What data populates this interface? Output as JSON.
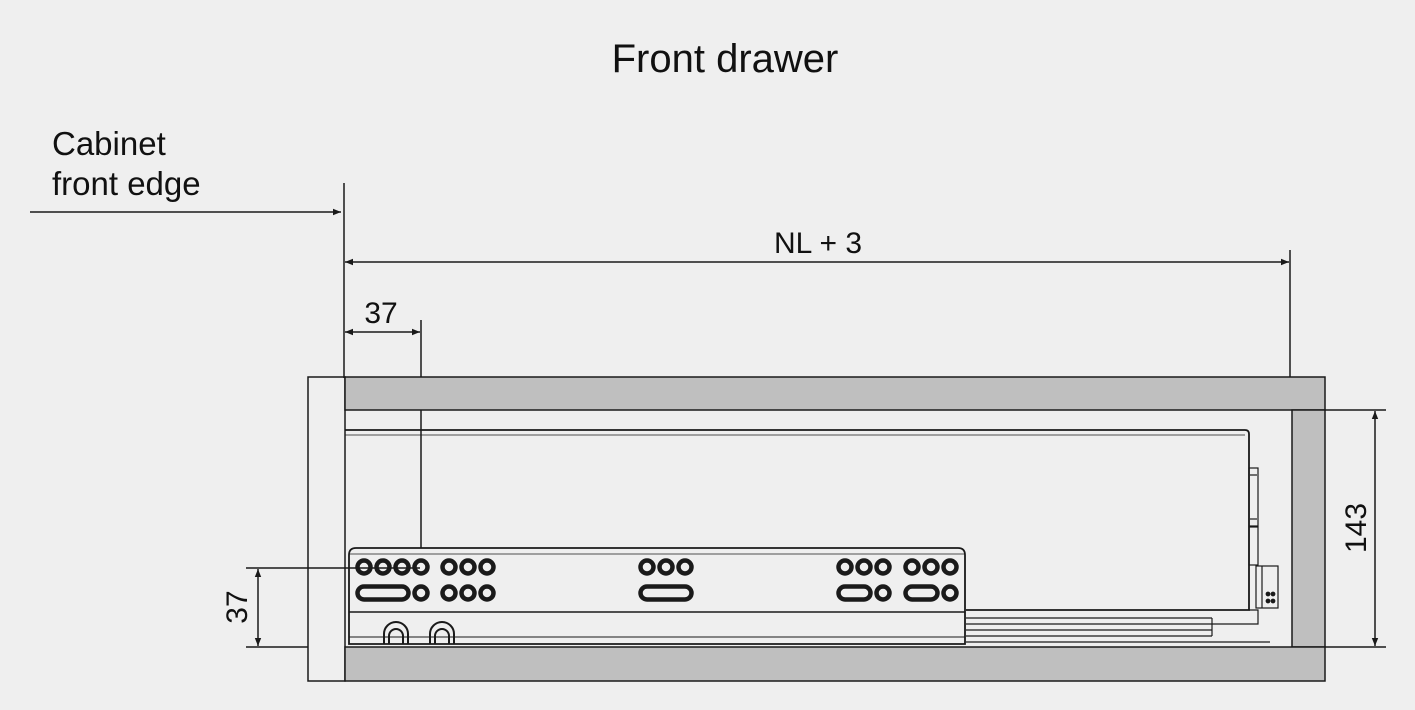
{
  "title": "Front drawer",
  "labels": {
    "cabinet_front_edge_line1": "Cabinet",
    "cabinet_front_edge_line2": "front edge",
    "length_dimension": "NL + 3",
    "horizontal_offset": "37",
    "vertical_offset": "37",
    "height_dimension": "143"
  },
  "colors": {
    "background": "#efefef",
    "panel_fill": "#bfbfbf",
    "line": "#1a1a1a"
  }
}
